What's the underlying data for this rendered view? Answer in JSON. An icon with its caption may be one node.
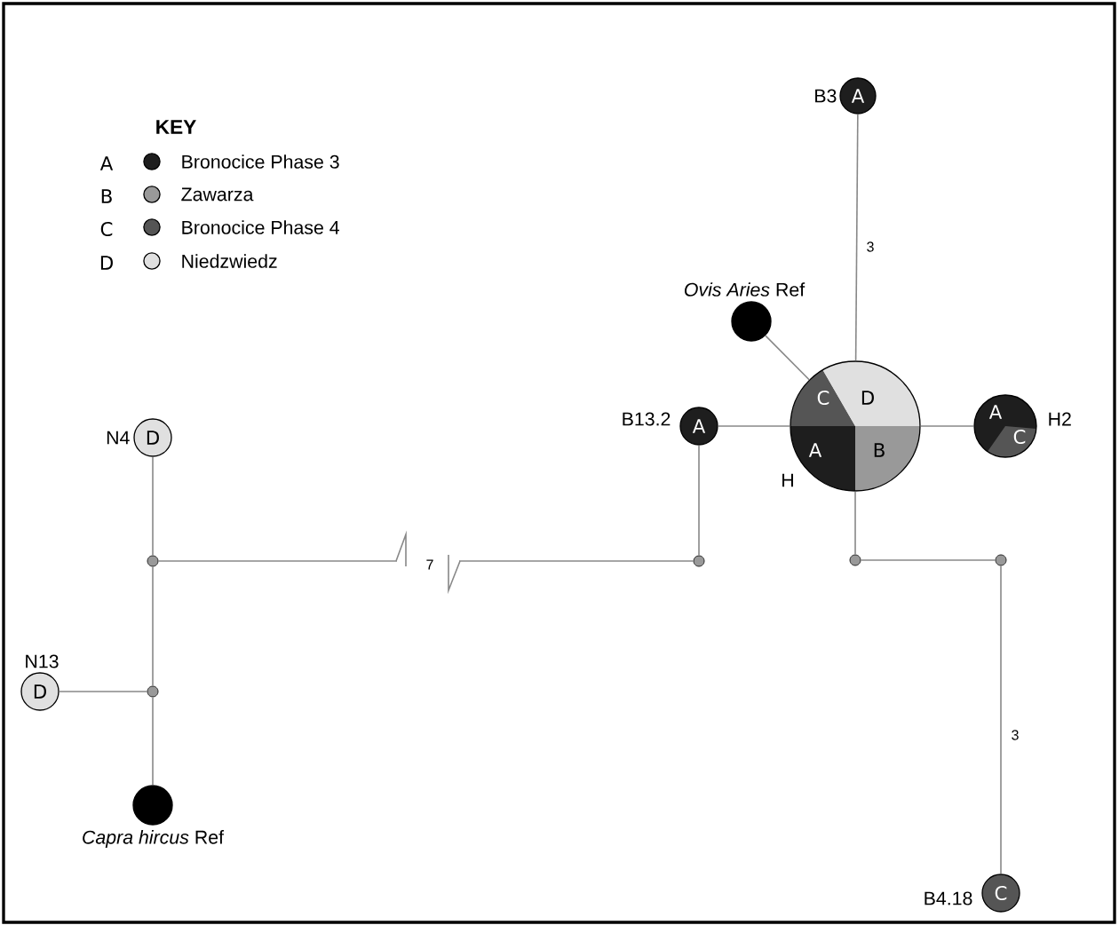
{
  "diagram": {
    "nodes": [
      {
        "text": [
          "A"
        ],
        "beside": [
          "B3"
        ]
      },
      {
        "text": [],
        "shape": "circle",
        "beside": [
          "*Ovis Aries* Ref"
        ]
      },
      {
        "text": [
          "A"
        ],
        "beside": [
          "B13.2"
        ]
      },
      {
        "text": [
          "C",
          "D",
          "A",
          "B"
        ],
        "beside": [
          "H"
        ]
      },
      {
        "text": [
          "A",
          "C"
        ],
        "beside": [
          "H2"
        ]
      },
      {
        "text": [
          "D"
        ],
        "beside": [
          "N4"
        ]
      },
      {
        "text": [],
        "shape": "circle"
      },
      {
        "text": [],
        "shape": "circle"
      },
      {
        "text": [],
        "shape": "circle"
      },
      {
        "text": [],
        "shape": "circle"
      },
      {
        "text": [
          "D"
        ],
        "beside": [
          "N13"
        ]
      },
      {
        "text": [],
        "shape": "circle"
      },
      {
        "text": [],
        "shape": "circle",
        "beside": [
          "*Capra hircus* Ref"
        ]
      },
      {
        "text": [
          "C"
        ],
        "beside": [
          "B4.18"
        ]
      }
    ],
    "edges": [
      {
        "from": 0,
        "to": 3,
        "arrow": "none",
        "label": "3"
      },
      {
        "from": 1,
        "to": 3,
        "arrow": "none"
      },
      {
        "from": 2,
        "to": 3,
        "arrow": "none"
      },
      {
        "from": 3,
        "to": 4,
        "arrow": "none"
      },
      {
        "from": 5,
        "to": 6,
        "arrow": "none"
      },
      {
        "from": 6,
        "to": 7,
        "arrow": "none",
        "label": "7"
      },
      {
        "from": 2,
        "to": 7,
        "arrow": "none"
      },
      {
        "from": 3,
        "to": 8,
        "arrow": "none"
      },
      {
        "from": 8,
        "to": 9,
        "arrow": "none"
      },
      {
        "from": 9,
        "to": 13,
        "arrow": "none",
        "label": "3"
      },
      {
        "from": 6,
        "to": 11,
        "arrow": "none"
      },
      {
        "from": 10,
        "to": 11,
        "arrow": "none"
      },
      {
        "from": 11,
        "to": 12,
        "arrow": "none"
      }
    ],
    "labels": [
      "KEY",
      "A",
      "B",
      "C",
      "D"
    ],
    "legend": [
      {
        "text": "Bronocice Phase 3",
        "color": "#1e1e1e"
      },
      {
        "text": "Zawarza",
        "color": "#999999"
      },
      {
        "text": "Bronocice Phase 4",
        "color": "#555555"
      },
      {
        "text": "Niedzwiedz",
        "color": "#e0e0e0"
      }
    ]
  }
}
